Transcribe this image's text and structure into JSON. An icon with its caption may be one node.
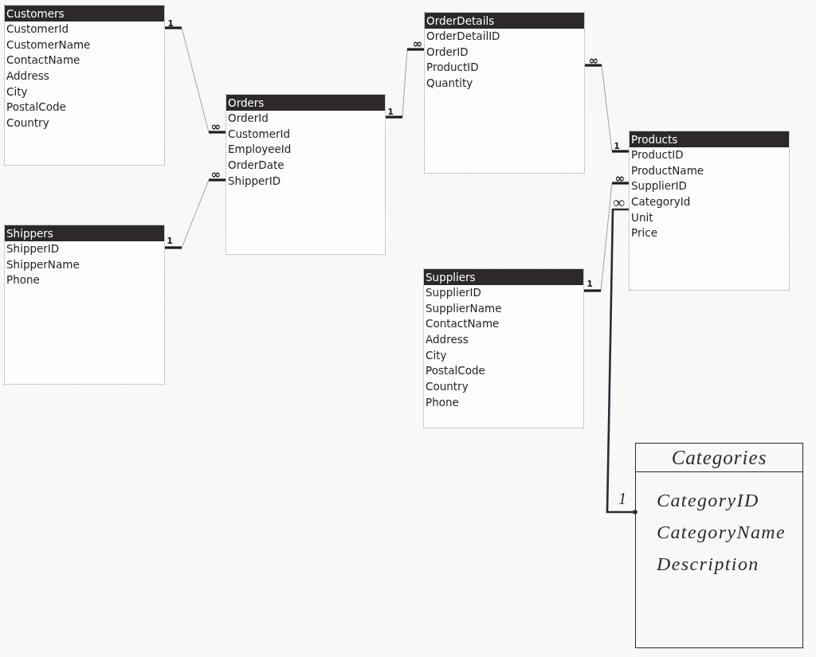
{
  "diagram": {
    "nodes": [
      {
        "text": [
          "Customers",
          "CustomerId",
          "CustomerName",
          "ContactName",
          "Address",
          "City",
          "PostalCode",
          "Country"
        ]
      },
      {
        "text": [
          "OrderDetails",
          "OrderDetailID",
          "OrderID",
          "ProductID",
          "Quantity"
        ]
      },
      {
        "text": [
          "Orders",
          "OrderId",
          "CustomerId",
          "EmployeeId",
          "OrderDate",
          "ShipperID"
        ]
      },
      {
        "text": [
          "Products",
          "ProductID",
          "ProductName",
          "SupplierID",
          "CategoryId",
          "Unit",
          "Price"
        ]
      },
      {
        "text": [
          "Shippers",
          "ShipperID",
          "ShipperName",
          "Phone"
        ]
      },
      {
        "text": [
          "Suppliers",
          "SupplierID",
          "SupplierName",
          "ContactName",
          "Address",
          "City",
          "PostalCode",
          "Country",
          "Phone"
        ]
      },
      {
        "text": [
          "Categories",
          "CategoryID",
          "CategoryName",
          "Description"
        ]
      }
    ],
    "edges": [
      {
        "from": 0,
        "to": 2,
        "arrow": "other"
      },
      {
        "from": 2,
        "to": 1,
        "arrow": "other"
      },
      {
        "from": 4,
        "to": 2,
        "arrow": "other"
      },
      {
        "from": 1,
        "to": 3,
        "arrow": "other"
      },
      {
        "from": 5,
        "to": 3,
        "arrow": "other"
      },
      {
        "from": 6,
        "to": 3,
        "arrow": "other",
        "style": "thick",
        "color": "#2d2a33"
      }
    ],
    "labels": [
      "1",
      "∞",
      "∞",
      "1",
      "∞",
      "1",
      "∞",
      "∞",
      "∞",
      "1",
      "1",
      "1"
    ]
  }
}
